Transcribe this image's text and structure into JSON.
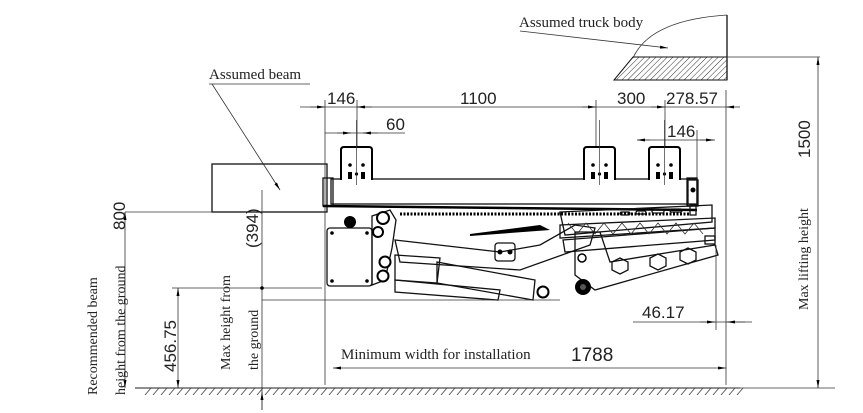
{
  "drawing": {
    "title": "Lifting tail board installation dimensions",
    "labels": {
      "truck_body": "Assumed truck body",
      "beam": "Assumed beam",
      "recommended_beam_line1": "Recommended beam",
      "recommended_beam_line2": "height from the ground",
      "max_height_line1": "Max height from",
      "max_height_line2": "the ground",
      "min_width": "Minimum width for installation",
      "max_lifting": "Max lifting height"
    },
    "dimensions": {
      "d146_left": "146",
      "d1100": "1100",
      "d300": "300",
      "d278": "278.57",
      "d60": "60",
      "d146_right": "146",
      "d800": "800",
      "d394": "(394)",
      "d456": "456.75",
      "d46": "46.17",
      "d1788": "1788",
      "d1500": "1500"
    }
  }
}
